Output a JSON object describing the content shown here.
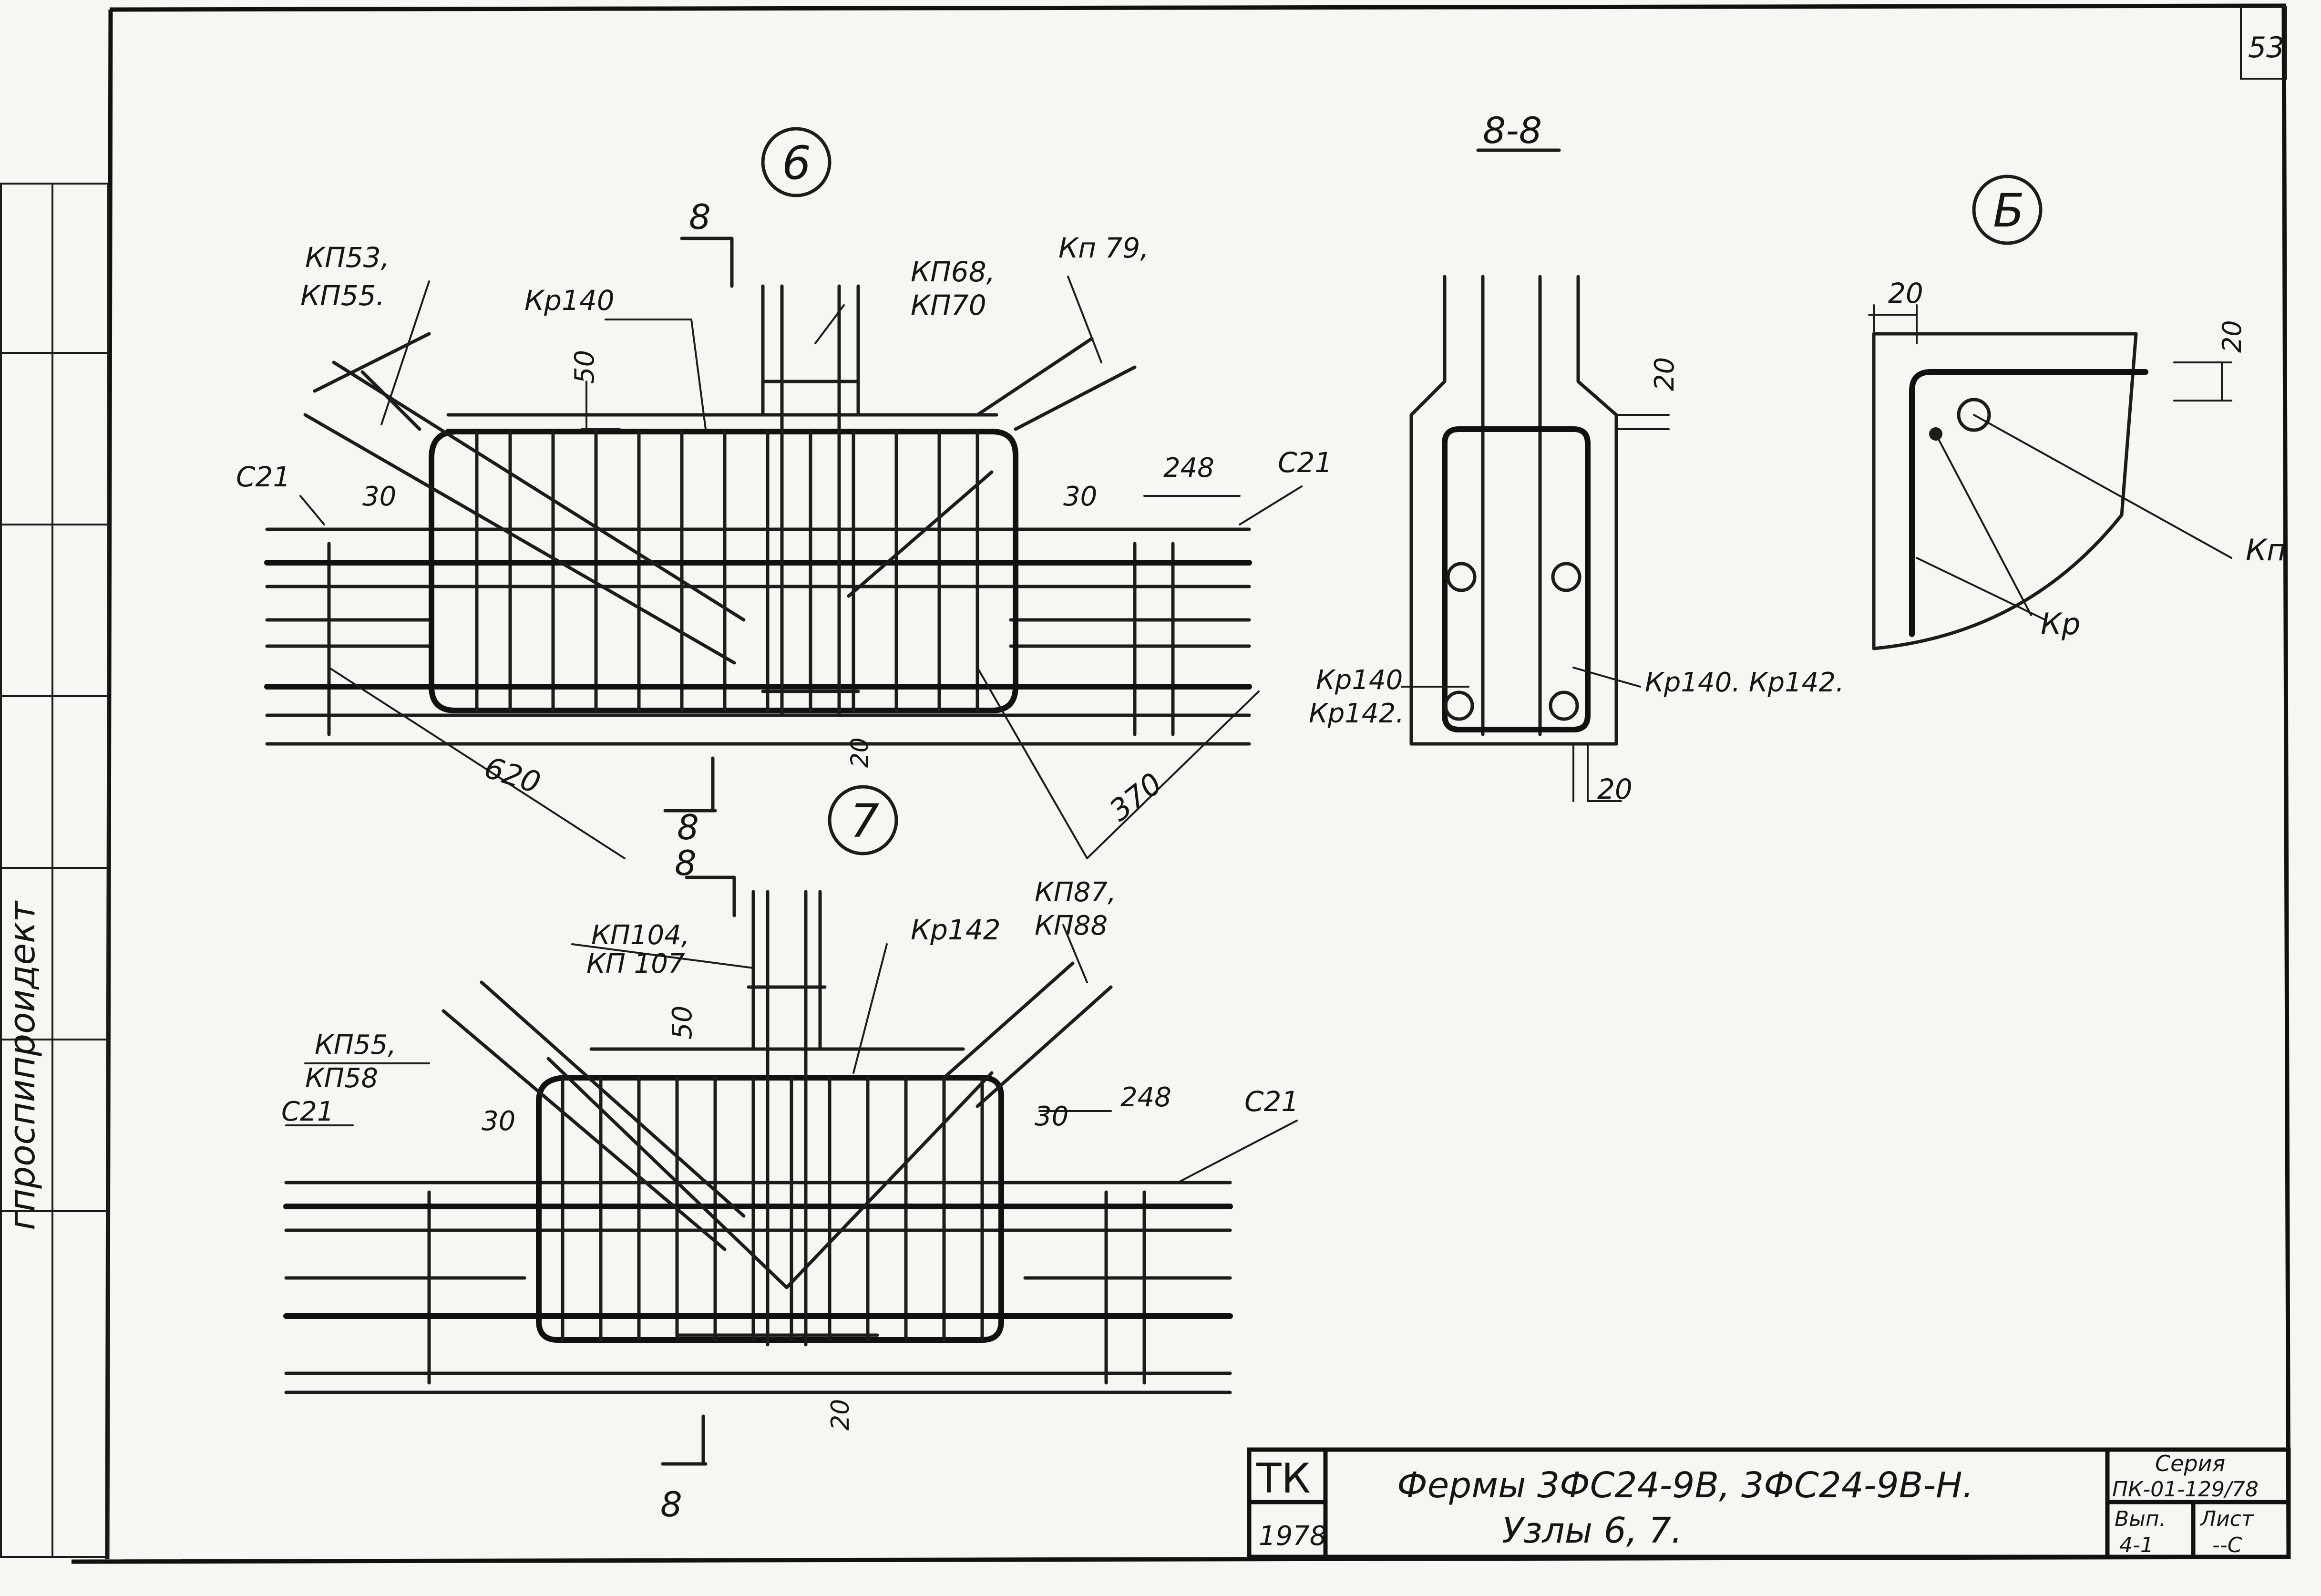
{
  "sheet": {
    "number": "53"
  },
  "left_strip": {
    "text": "гпроспипроидект"
  },
  "node6": {
    "label": "6",
    "section_mark": "8",
    "labels": {
      "kp53": "КП53,",
      "kp55": "КП55.",
      "kr140": "Кр140",
      "kp68": "КП68,",
      "kp70": "КП70",
      "kp79": "Кп 79,",
      "c21_left": "С21",
      "c21_right": "С21",
      "d50": "50",
      "d30_left": "30",
      "d30_right": "30",
      "d248": "248",
      "d620": "620",
      "d370": "370",
      "d20": "20"
    }
  },
  "node7": {
    "label": "7",
    "section_mark": "8",
    "labels": {
      "kp104": "КП104,",
      "kp107": "КП 107",
      "kr142": "Кр142",
      "kp87": "КП87,",
      "kp88": "КП88",
      "kp55": "КП55,",
      "kp58": "КП58",
      "c21_left": "С21",
      "c21_right": "С21",
      "d50": "50",
      "d30_left": "30",
      "d30_right": "30",
      "d248": "248",
      "d20": "20"
    }
  },
  "section88": {
    "title": "8-8",
    "labels": {
      "d20_top": "20",
      "d20_bottom": "20",
      "kr140_left": "Кр140",
      "kr142_left": "Кр142.",
      "kr140_right": "Кр140. Кр142."
    }
  },
  "detailB": {
    "label": "Б",
    "labels": {
      "d20_left": "20",
      "d20_right": "20",
      "kp": "Кп",
      "kr": "Кр"
    }
  },
  "title_block": {
    "org": "ТК",
    "year": "1978",
    "title_line1": "Фермы 3ФС24-9В,  3ФС24-9В-Н.",
    "title_line2": "Узлы 6, 7.",
    "series_label": "Серия",
    "series_value": "ПК-01-129/78",
    "issue_label": "Вып.",
    "issue_value": "4-1",
    "sheet_label": "Лист",
    "sheet_value": "--С"
  }
}
